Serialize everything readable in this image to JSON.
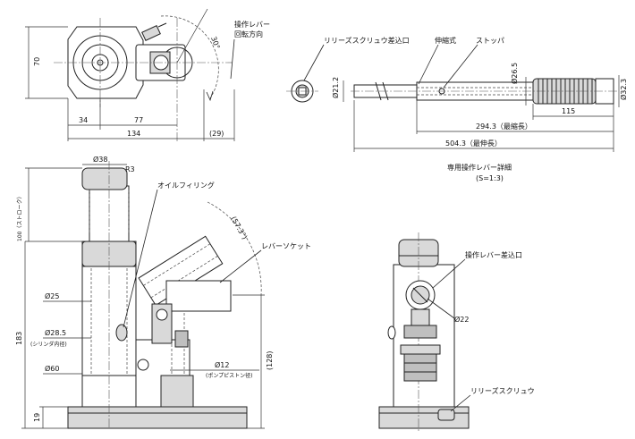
{
  "top_view": {
    "dim_height": "70",
    "dim_34": "34",
    "dim_77": "77",
    "dim_134": "134",
    "dim_29": "(29)",
    "angle": "30°",
    "lever_note_line1": "操作レバー",
    "lever_note_line2": "回転方向"
  },
  "lever_detail": {
    "label_release_port": "リリーズスクリュウ差込口",
    "label_telescopic": "伸縮式",
    "label_stopper": "ストッパ",
    "dia_21_2": "Ø21.2",
    "dia_26_5": "Ø26.5",
    "dia_32_3": "Ø32.3",
    "dim_115": "115",
    "dim_294": "294.3（最縮長）",
    "dim_504": "504.3（最伸長）",
    "caption_title": "専用操作レバー詳細",
    "caption_scale": "(S=1:3)"
  },
  "front_view": {
    "dia_38": "Ø38",
    "r3": "R3",
    "label_oil_fill": "オイルフィリング",
    "label_lever_socket": "レバーソケット",
    "angle_57_3": "(57.3°)",
    "stroke": "100（ストローク）",
    "dim_183": "183",
    "dia_25": "Ø25",
    "dia_28_5": "Ø28.5",
    "cylinder_note": "(シリンダ内径)",
    "dia_60": "Ø60",
    "dia_12": "Ø12",
    "pump_note": "(ポンプピストン径)",
    "dim_128": "(128)",
    "dim_19": "19"
  },
  "side_view": {
    "label_lever_port": "操作レバー差込口",
    "dia_22": "Ø22",
    "label_release_screw": "リリーズスクリュウ"
  }
}
